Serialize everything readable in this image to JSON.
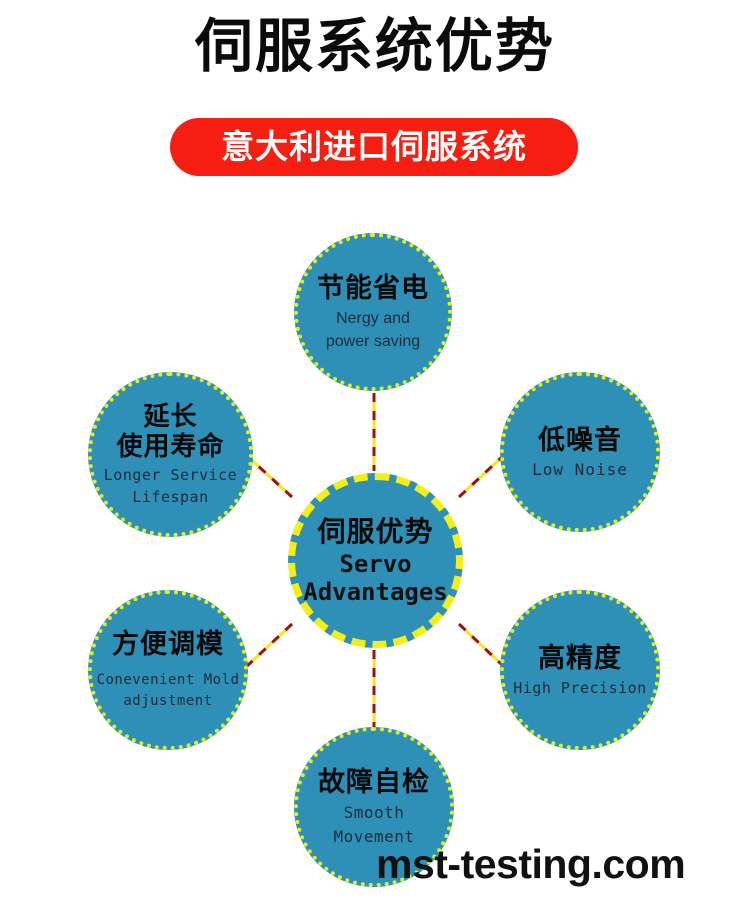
{
  "header": {
    "title": "伺服系统优势",
    "banner_text": "意大利进口伺服系统",
    "banner_color": "#f61e10",
    "title_color": "#0b0b0b"
  },
  "theme": {
    "node_fill": "#2f90b7",
    "node_border": "#e2f01c",
    "hub_border": "#f3ee16",
    "connector_yellow": "#f2e81a",
    "connector_red": "#a01010",
    "background": "#ffffff"
  },
  "diagram": {
    "type": "hub-and-spoke",
    "hub": {
      "id": "hub",
      "cn": "伺服优势",
      "en_line1": "Servo",
      "en_line2": "Advantages"
    },
    "nodes": [
      {
        "id": "energy",
        "position": "top",
        "cn_line1": "节能省电",
        "cn_line2": "",
        "en_line1": "Nergy and",
        "en_line2": "power saving"
      },
      {
        "id": "noise",
        "position": "upper-right",
        "cn_line1": "低噪音",
        "cn_line2": "",
        "en_line1": "Low Noise",
        "en_line2": ""
      },
      {
        "id": "precision",
        "position": "lower-right",
        "cn_line1": "高精度",
        "cn_line2": "",
        "en_line1": "High Precision",
        "en_line2": ""
      },
      {
        "id": "fault",
        "position": "bottom",
        "cn_line1": "故障自检",
        "cn_line2": "",
        "en_line1": "Smooth",
        "en_line2": "Movement"
      },
      {
        "id": "mold",
        "position": "lower-left",
        "cn_line1": "方便调模",
        "cn_line2": "",
        "en_line1": "Conevenient Mold",
        "en_line2": "adjustment"
      },
      {
        "id": "lifespan",
        "position": "upper-left",
        "cn_line1": "延长",
        "cn_line2": "使用寿命",
        "en_line1": "Longer Service",
        "en_line2": "Lifespan"
      }
    ]
  },
  "watermark": {
    "text": "mst-testing.com"
  }
}
